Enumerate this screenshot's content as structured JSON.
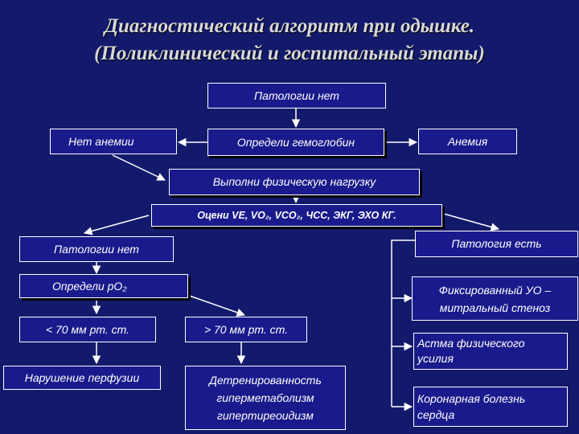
{
  "title": {
    "line1": "Диагностический алгоритм при одышке.",
    "line2": "(Поликлинический и госпитальный этапы)"
  },
  "nodes": {
    "no_pathology_top": "Патологии нет",
    "no_anemia": "Нет анемии",
    "determine_hb": "Определи гемоглобин",
    "anemia": "Анемия",
    "exercise": "Выполни физическую нагрузку",
    "assess": "Оцени VE, VO₂, VCO₂, ЧСС, ЭКГ, ЭХО КГ.",
    "no_pathology": "Патологии нет",
    "pathology": "Патология есть",
    "determine_po2": "Определи рО₂",
    "lt70": "< 70 мм рт. ст.",
    "gt70": "> 70 мм рт. ст.",
    "perfusion": "Нарушение перфузии",
    "detraining": {
      "line1": "Детренированность",
      "line2": "гиперметаболизм",
      "line3": "гипертиреоидизм"
    },
    "fixed_sv": {
      "line1": "Фиксированный УО –",
      "line2": "митральный стеноз"
    },
    "asthma": {
      "line1": "Астма физического",
      "line2": "усилия"
    },
    "coronary": {
      "line1": "Коронарная болезнь",
      "line2": "сердца"
    }
  }
}
